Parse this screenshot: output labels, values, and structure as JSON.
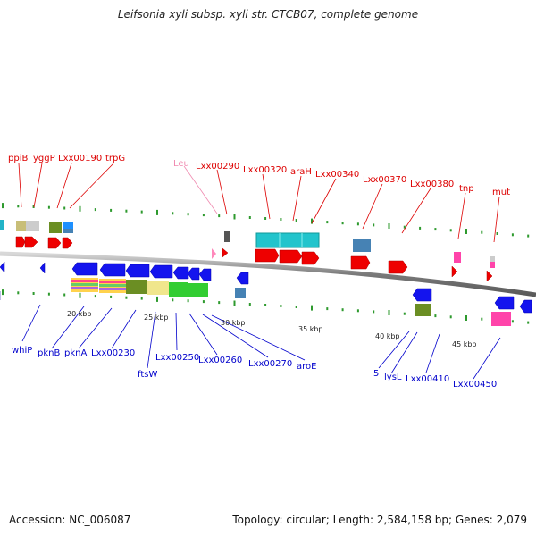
{
  "title": "Leifsonia xyli subsp. xyli str. CTCB07, complete genome",
  "footer": {
    "accession": "Accession: NC_006087",
    "summary": "Topology: circular; Length: 2,584,158 bp; Genes: 2,079"
  },
  "colors": {
    "backbone": "#909090",
    "tick": "#2e9a2e",
    "top_label": "#dd0000",
    "bottom_label": "#0000cc",
    "rna_label": "#f08ab0"
  },
  "scale_labels": [
    "20 kbp",
    "25 kbp",
    "30 kbp",
    "35 kbp",
    "40 kbp",
    "45 kbp"
  ],
  "top_labels": [
    "ppiB",
    "yggP",
    "Lxx00190",
    "trpG",
    "Leu",
    "Lxx00290",
    "Lxx00320",
    "araH",
    "Lxx00340",
    "Lxx00370",
    "Lxx00380",
    "tnp",
    "mut"
  ],
  "bottom_labels": [
    "whiP",
    "pknB",
    "pknA",
    "Lxx00230",
    "ftsW",
    "Lxx00250",
    "Lxx00260",
    "Lxx00270",
    "aroE",
    "5",
    "lysL",
    "Lxx00410",
    "Lxx00450"
  ]
}
